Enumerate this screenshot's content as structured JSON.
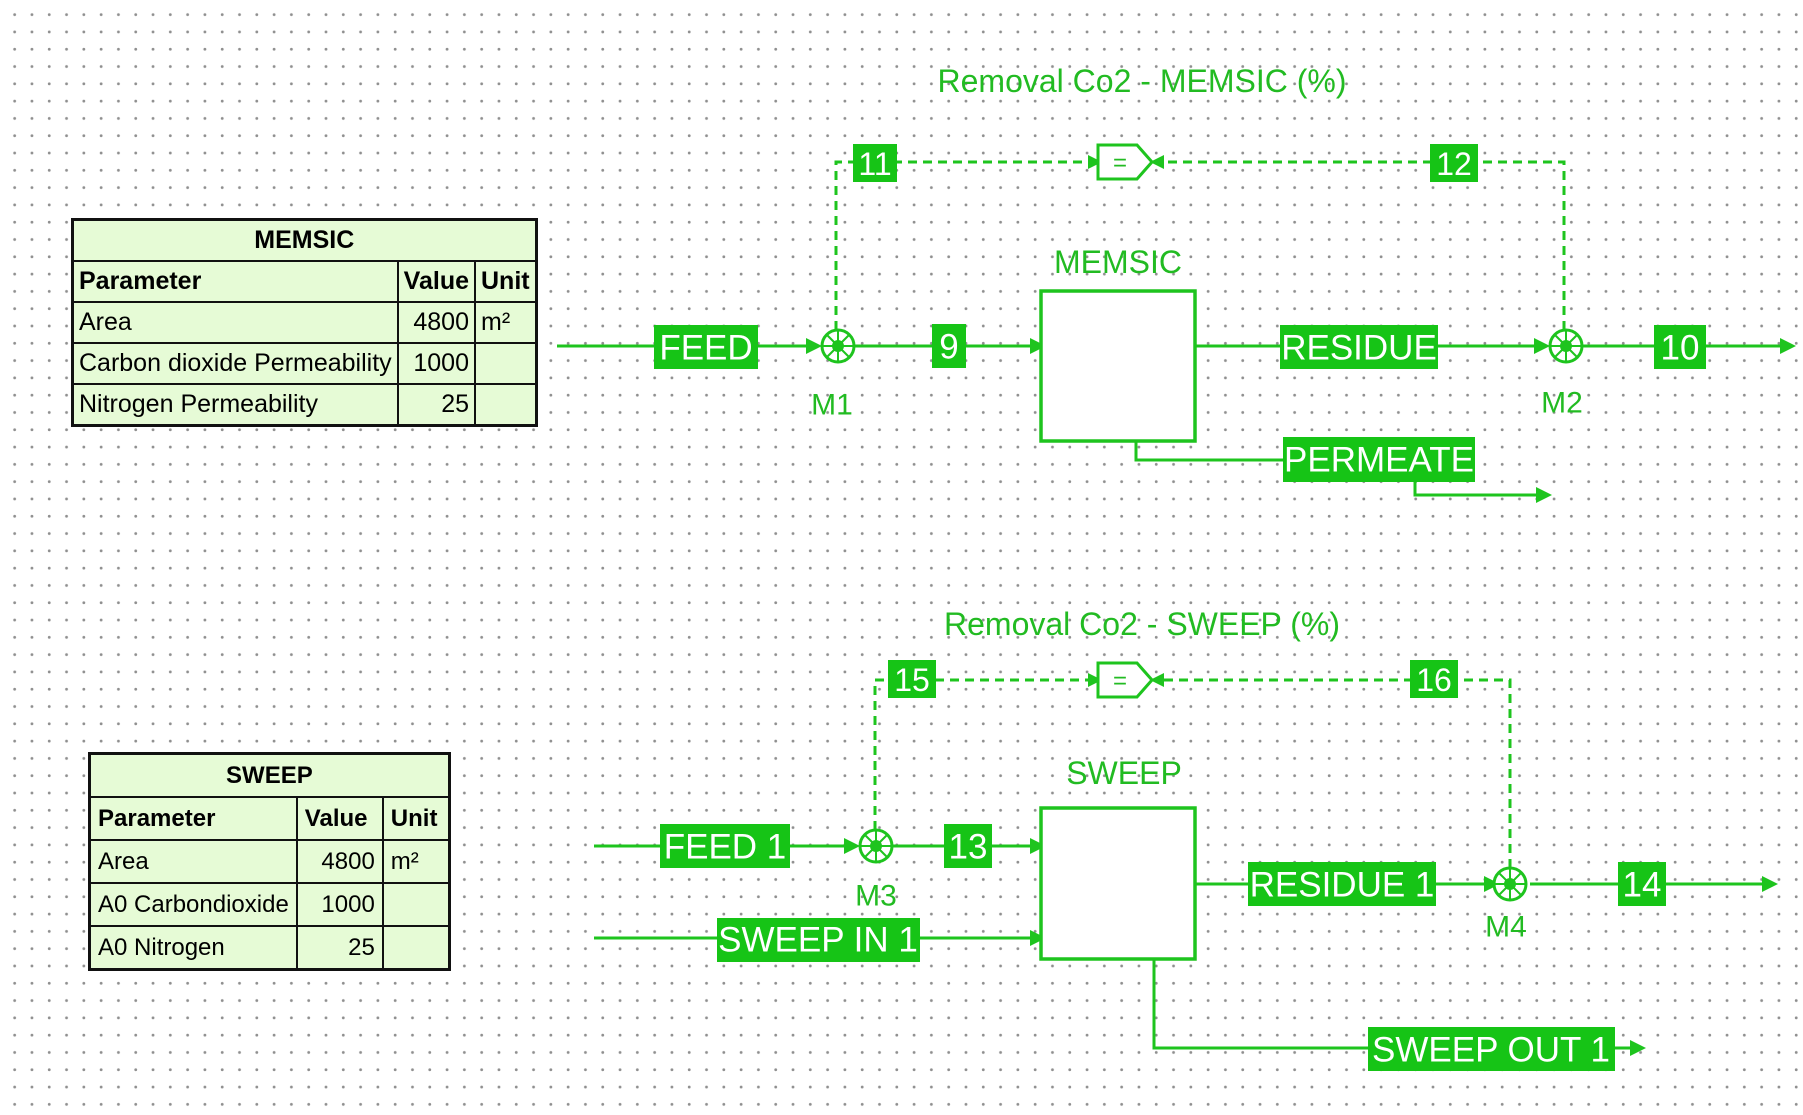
{
  "tables": {
    "memsic": {
      "title": "MEMSIC",
      "headers": [
        "Parameter",
        "Value",
        "Unit"
      ],
      "rows": [
        {
          "parameter": "Area",
          "value": "4800",
          "unit": "m²"
        },
        {
          "parameter": "Carbon dioxide Permeability",
          "value": "1000",
          "unit": ""
        },
        {
          "parameter": "Nitrogen Permeability",
          "value": "25",
          "unit": ""
        }
      ]
    },
    "sweep": {
      "title": "SWEEP",
      "headers": [
        "Parameter",
        "Value",
        "Unit"
      ],
      "rows": [
        {
          "parameter": "Area",
          "value": "4800",
          "unit": "m²"
        },
        {
          "parameter": "A0 Carbondioxide",
          "value": "1000",
          "unit": ""
        },
        {
          "parameter": "A0 Nitrogen",
          "value": "25",
          "unit": ""
        }
      ]
    }
  },
  "flowsheet": {
    "top": {
      "spec_label": "Removal Co2 - MEMSIC (%)",
      "unit_name": "MEMSIC",
      "streams": {
        "feed": "FEED",
        "s9": "9",
        "residue": "RESIDUE",
        "s10": "10",
        "permeate": "PERMEATE",
        "s11": "11",
        "s12": "12"
      },
      "mixers": {
        "m1": "M1",
        "m2": "M2"
      }
    },
    "bottom": {
      "spec_label": "Removal Co2 - SWEEP (%)",
      "unit_name": "SWEEP",
      "streams": {
        "feed": "FEED 1",
        "s13": "13",
        "sweep_in": "SWEEP IN 1",
        "residue": "RESIDUE 1",
        "s14": "14",
        "sweep_out": "SWEEP OUT 1",
        "s15": "15",
        "s16": "16"
      },
      "mixers": {
        "m3": "M3",
        "m4": "M4"
      }
    },
    "spec_block_symbol": "=",
    "colors": {
      "stream": "#1ec41e",
      "label_bg": "#16c416",
      "label_text": "#ffffff",
      "table_bg": "#e6fbd6"
    }
  }
}
